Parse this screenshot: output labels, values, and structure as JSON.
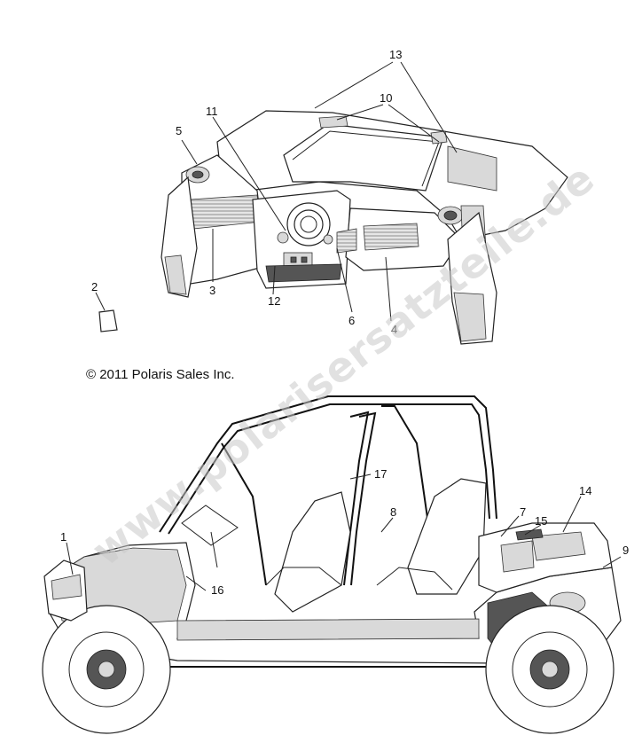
{
  "copyright": "© 2011 Polaris Sales Inc.",
  "watermark": "www.polarisersatzteile.de",
  "callouts": [
    "1",
    "2",
    "3",
    "4",
    "5",
    "6",
    "7",
    "8",
    "9",
    "10",
    "11",
    "12",
    "13",
    "14",
    "15",
    "16",
    "17"
  ]
}
